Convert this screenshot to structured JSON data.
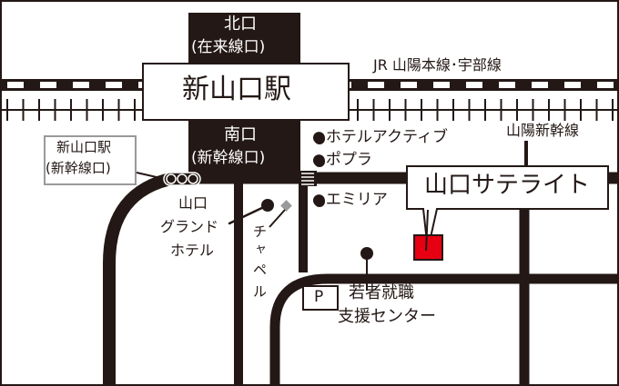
{
  "colors": {
    "ink": "#231815",
    "target": "#e60012",
    "gray": "#9a9a9a"
  },
  "station": {
    "name": "新山口駅",
    "north_exit": "北口",
    "north_exit_sub": "(在来線口)",
    "south_exit": "南口",
    "south_exit_sub": "(新幹線口)"
  },
  "lines": {
    "conventional": "JR 山陽本線･宇部線",
    "shinkansen": "山陽新幹線"
  },
  "shinkansen_exit": {
    "line1": "新山口駅",
    "line2": "(新幹線口)"
  },
  "landmarks": {
    "hotel_active": "●ホテルアクティブ",
    "popura": "●ポプラ",
    "emiria": "●エミリア",
    "grand_hotel": [
      "山口",
      "グランド",
      "ホテル"
    ],
    "chapel": [
      "チ",
      "ャ",
      "ペ",
      "ル"
    ],
    "parking": "P",
    "youth_center": [
      "若者就職",
      "支援センター"
    ]
  },
  "target": {
    "label": "山口サテライト"
  }
}
